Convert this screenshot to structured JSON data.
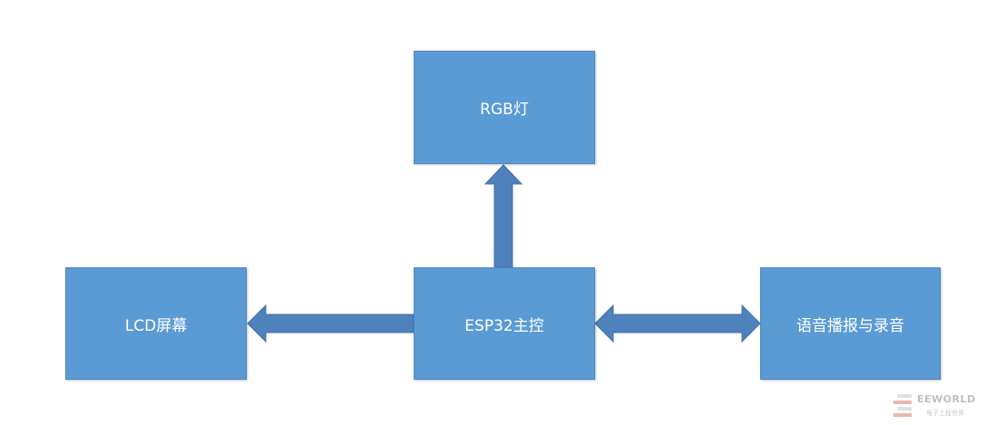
{
  "diagram": {
    "nodes": {
      "rgb": "RGB灯",
      "lcd": "LCD屏幕",
      "esp": "ESP32主控",
      "voice": "语音播报与录音"
    },
    "edges": [
      {
        "from": "esp",
        "to": "rgb",
        "direction": "one-way"
      },
      {
        "from": "esp",
        "to": "lcd",
        "direction": "one-way"
      },
      {
        "from": "esp",
        "to": "voice",
        "direction": "two-way"
      }
    ],
    "colors": {
      "box_fill": "#5b9bd5",
      "arrow_fill": "#4f81bd"
    }
  },
  "watermark": {
    "brand": "EEWORLD",
    "subtitle": "电子工程世界"
  }
}
